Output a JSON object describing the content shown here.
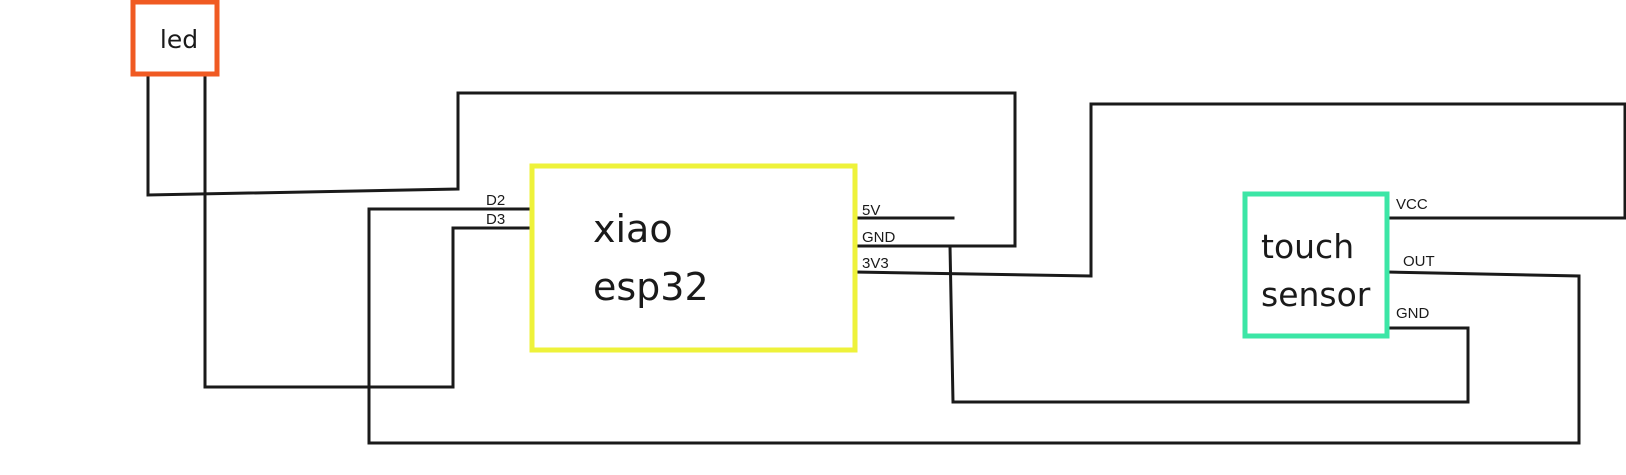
{
  "components": {
    "led": {
      "label": "led",
      "color": "#f05a22"
    },
    "mcu": {
      "label_line1": "xiao",
      "label_line2": "esp32",
      "color": "#eef23a"
    },
    "sensor": {
      "label_line1": "touch",
      "label_line2": "sensor",
      "color": "#3ce6a6"
    }
  },
  "pins": {
    "mcu_d2": "D2",
    "mcu_d3": "D3",
    "mcu_5v": "5V",
    "mcu_gnd": "GND",
    "mcu_3v3": "3V3",
    "sensor_vcc": "VCC",
    "sensor_out": "OUT",
    "sensor_gnd": "GND"
  },
  "wire_color": "#1a1a1a"
}
